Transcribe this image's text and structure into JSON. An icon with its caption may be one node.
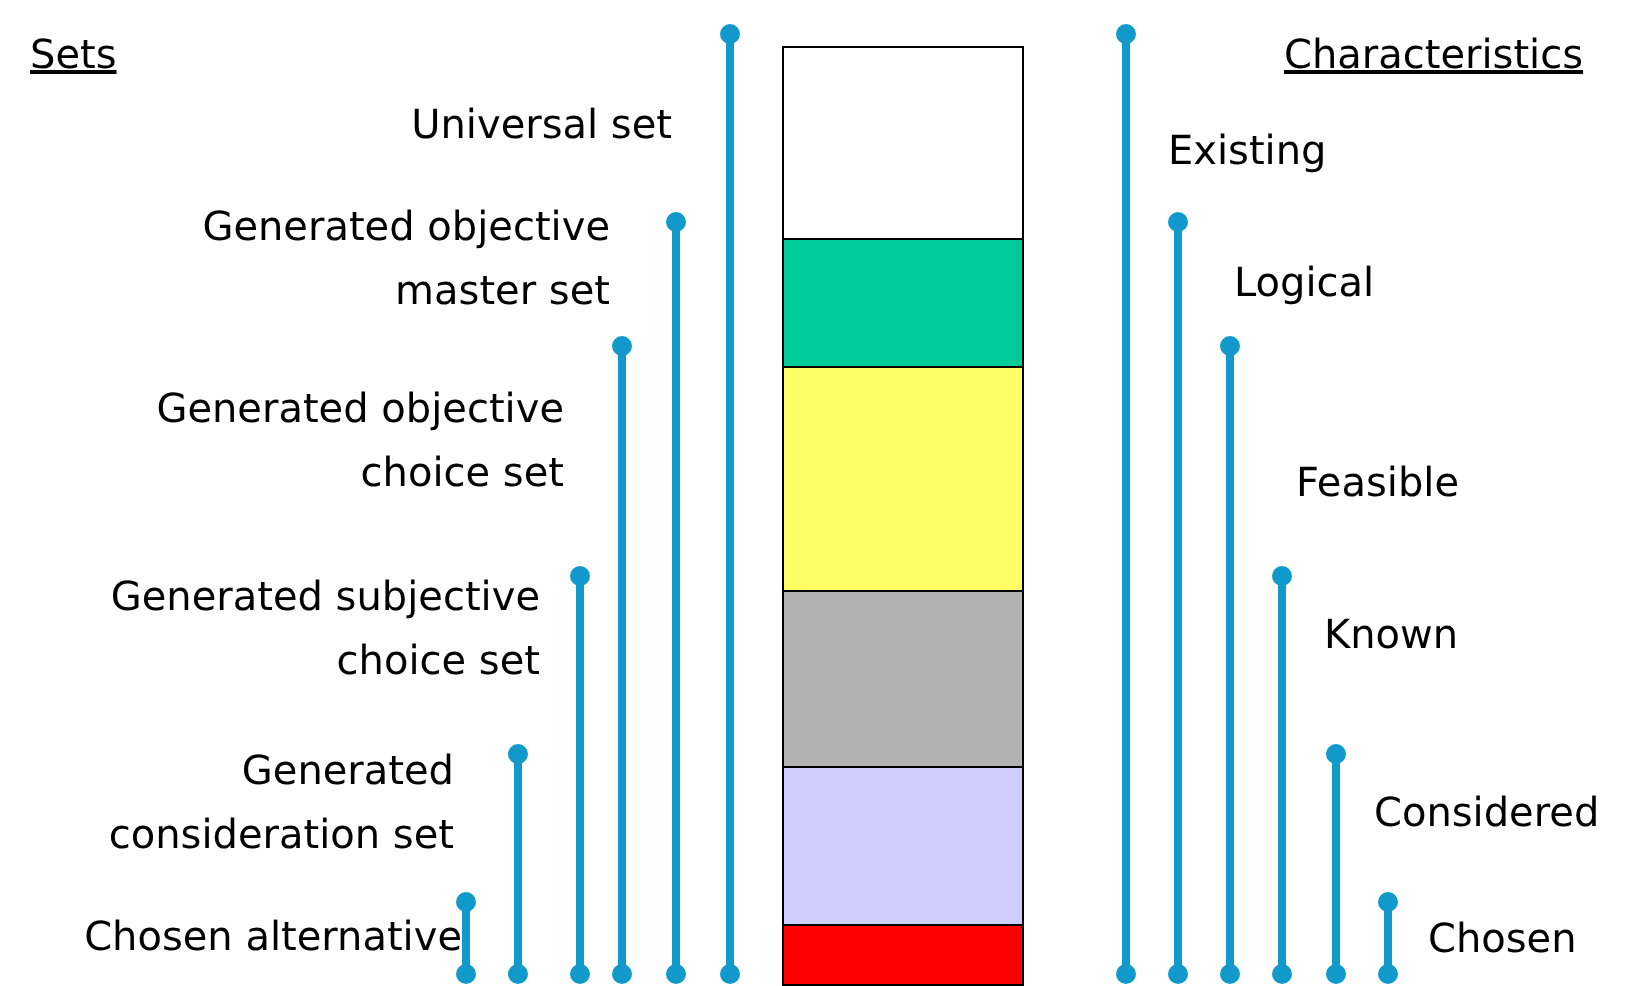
{
  "diagram": {
    "nodes": [
      {
        "text": [],
        "shape": "box"
      },
      {
        "text": [],
        "shape": "box"
      },
      {
        "text": [],
        "shape": "box"
      },
      {
        "text": [],
        "shape": "box"
      },
      {
        "text": [],
        "shape": "box"
      },
      {
        "text": [],
        "shape": "box"
      }
    ],
    "labels": [
      "Sets",
      "Characteristics",
      "Universal set",
      "Existing",
      "Generated objective master set",
      "Logical",
      "Generated objective choice set",
      "Feasible",
      "Generated subjective choice set",
      "Known",
      "Generated consideration set",
      "Considered",
      "Chosen alternative",
      "Chosen"
    ]
  }
}
